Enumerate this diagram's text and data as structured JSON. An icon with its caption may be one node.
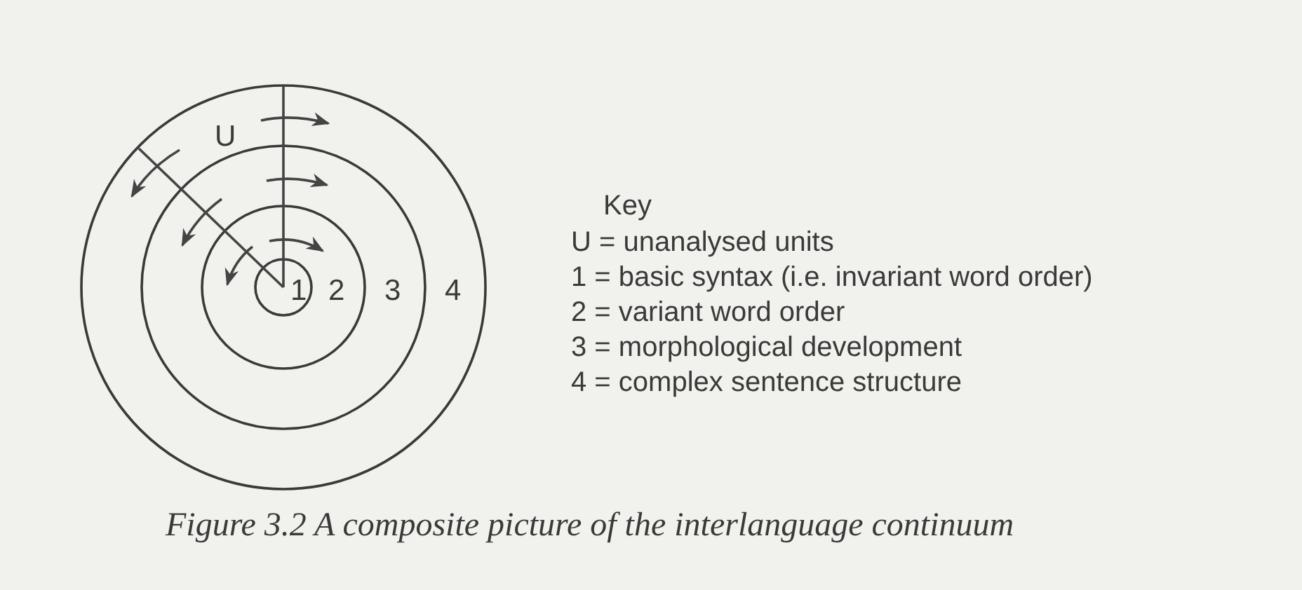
{
  "diagram": {
    "caption": "Figure 3.2 A composite picture of the interlanguage continuum",
    "nodes": [
      {
        "text": [
          "4"
        ]
      },
      {
        "text": [
          "3"
        ],
        "in": 0
      },
      {
        "text": [
          "2"
        ],
        "in": 1
      },
      {
        "text": [
          "1"
        ],
        "in": 2
      }
    ],
    "labels": [
      "U",
      "Key",
      "U = unanalysed units",
      "1 = basic syntax (i.e. invariant word order)",
      "2 = variant word order",
      "3 = morphological development",
      "4 = complex sentence structure"
    ]
  }
}
